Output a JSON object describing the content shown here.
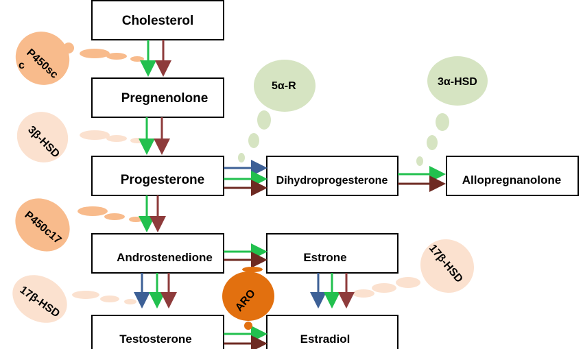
{
  "colors": {
    "blue": "#3d6096",
    "green": "#22c04e",
    "red": "#8e3b3b",
    "dark": "#6e2a22",
    "orange": "#f8bb8c",
    "peach": "#fbe1cf",
    "sage": "#d6e4c2",
    "aro": "#e2700f"
  },
  "nodes": {
    "cholesterol": "Cholesterol",
    "pregnenolone": "Pregnenolone",
    "progesterone": "Progesterone",
    "androstenedione": "Androstenedione",
    "testosterone": "Testosterone",
    "dihydroprogesterone": "Dihydroprogesterone",
    "allopregnanolone": "Allopregnanolone",
    "estrone": "Estrone",
    "estradiol": "Estradiol"
  },
  "enzymes": {
    "p450scc_a": "P450sc",
    "p450scc_b": "c",
    "hsd3b": "3β-HSD",
    "p450c17": "P450c17",
    "hsd17b_left": "17β-HSD",
    "r5a": "5α-R",
    "hsd3a": "3α-HSD",
    "hsd17b_right": "17β-HSD",
    "aro": "ARO"
  }
}
